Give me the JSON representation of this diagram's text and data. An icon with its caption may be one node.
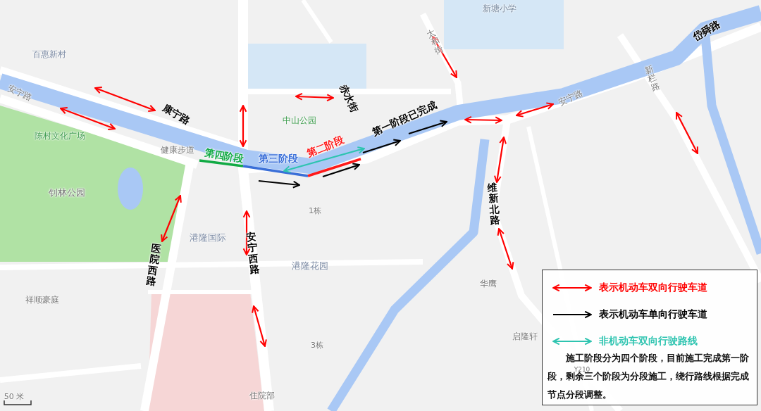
{
  "diagram": {
    "labels": [
      "百惠新村",
      "安宁路",
      "康宁路",
      "赤水街",
      "中山公园",
      "陈村文化广场",
      "健康步道",
      "第四阶段",
      "第三阶段",
      "第二阶段",
      "第一阶段已完成",
      "新塘小学",
      "太和街",
      "岱舜路",
      "安宁路",
      "新栏路",
      "钊林公园",
      "维新北路",
      "1栋",
      "港隆国际",
      "港隆花园",
      "医院西路",
      "安宁西路",
      "华鹰",
      "祥顺豪庭",
      "启隆轩",
      "3栋",
      "Y210",
      "住院部",
      "50 米",
      "施工阶段分为四个阶段，目前施工完成第一阶段，剩余三个阶段为分段施工，绕行路线根据完成节点分段调整。"
    ],
    "legend": [
      {
        "text": "表示机动车双向行驶车道"
      },
      {
        "text": "表示机动车单向行驶车道"
      },
      {
        "text": "非机动车双向行驶路线"
      }
    ]
  }
}
